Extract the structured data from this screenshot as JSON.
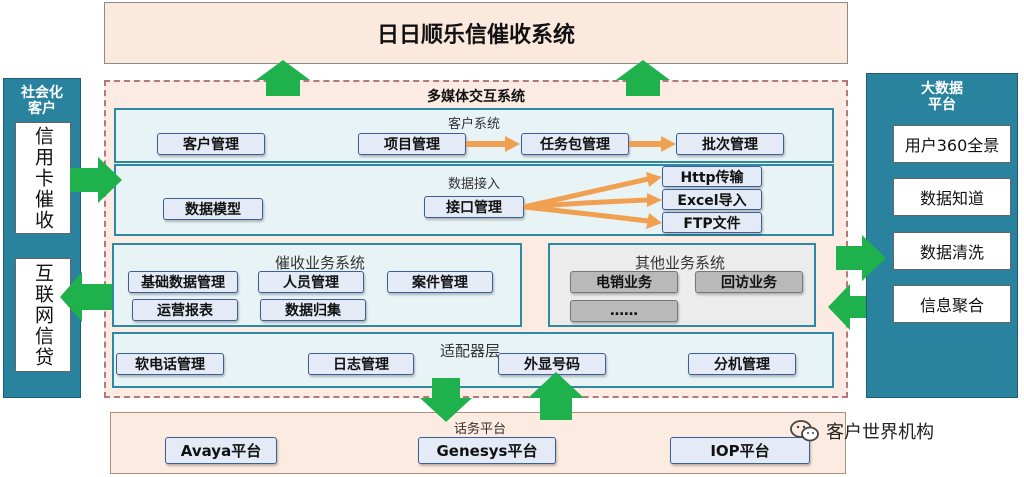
{
  "title": "日日顺乐信催收系统",
  "left_panel": {
    "title_line1": "社会化",
    "title_line2": "客户",
    "item1": "信用卡催收",
    "item2": "互联网信贷"
  },
  "right_panel": {
    "title_line1": "大数据",
    "title_line2": "平台",
    "items": [
      "用户360全景",
      "数据知道",
      "数据清洗",
      "信息聚合"
    ]
  },
  "multimedia": {
    "label": "多媒体交互系统"
  },
  "customer_system": {
    "label": "客户系统",
    "items": [
      "客户管理",
      "项目管理",
      "任务包管理",
      "批次管理"
    ]
  },
  "data_access": {
    "label": "数据接入",
    "model": "数据模型",
    "interface": "接口管理",
    "outputs": [
      "Http传输",
      "Excel导入",
      "FTP文件"
    ]
  },
  "collection_system": {
    "label": "催收业务系统",
    "items": [
      "基础数据管理",
      "人员管理",
      "案件管理",
      "运营报表",
      "数据归集"
    ]
  },
  "other_system": {
    "label": "其他业务系统",
    "items": [
      "电销业务",
      "回访业务",
      "……"
    ]
  },
  "adapter": {
    "label": "适配器层",
    "items": [
      "软电话管理",
      "日志管理",
      "外显号码",
      "分机管理"
    ]
  },
  "phone_platform": {
    "label": "话务平台",
    "items": [
      "Avaya平台",
      "Genesys平台",
      "IOP平台"
    ]
  },
  "watermark": "客户世界机构",
  "colors": {
    "arrow_green": "#1fb14b",
    "arrow_orange": "#f0a050",
    "side_blue": "#29839f",
    "frame_blue": "#2d8aa7"
  }
}
